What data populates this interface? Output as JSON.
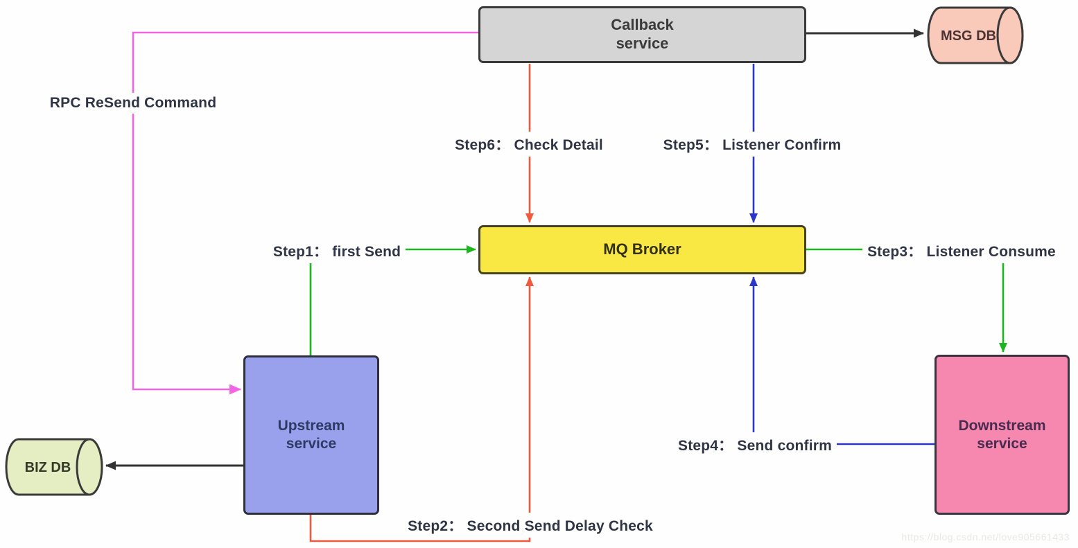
{
  "colors": {
    "bg": "#fefefe",
    "border_dark": "#3a3a3a",
    "callback_fill": "#d5d5d5",
    "callback_text": "#3a3a3a",
    "msgdb_fill": "#f9c9b9",
    "msgdb_text": "#4d3333",
    "mq_fill": "#f9e843",
    "mq_text": "#33311c",
    "upstream_fill": "#99a1ec",
    "upstream_text": "#2e3a66",
    "bizdb_fill": "#e5eec3",
    "bizdb_text": "#333a2a",
    "downstream_fill": "#f687ae",
    "downstream_text": "#4a2b50",
    "arrow_red": "#ed5a3c",
    "arrow_blue": "#2b35c8",
    "arrow_green": "#1db520",
    "arrow_magenta": "#f265e5",
    "arrow_black": "#333333",
    "step_label_color": "#2f3545",
    "watermark_color": "#e9e9e5"
  },
  "nodes": {
    "callback_service": {
      "label": "Callback\nservice"
    },
    "msg_db": {
      "label": "MSG DB"
    },
    "mq_broker": {
      "label": "MQ Broker"
    },
    "upstream_service": {
      "label": "Upstream\nservice"
    },
    "biz_db": {
      "label": "BIZ DB"
    },
    "downstream_service": {
      "label": "Downstream\nservice"
    }
  },
  "edge_labels": {
    "rpc_resend": "RPC ReSend Command",
    "step1": "Step1：  first Send",
    "step2": "Step2：  Second Send Delay Check",
    "step3": "Step3：  Listener Consume",
    "step4": "Step4：  Send confirm",
    "step5": "Step5：  Listener Confirm",
    "step6": "Step6：  Check Detail"
  },
  "watermark": "https://blog.csdn.net/love905661433"
}
